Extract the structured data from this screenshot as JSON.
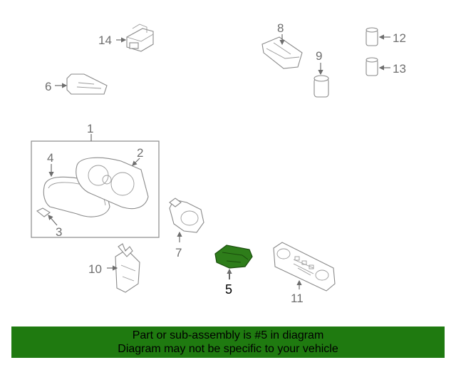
{
  "diagram": {
    "highlight_color": "#2e7d1a",
    "parts": [
      {
        "num": "1",
        "name": "part-1"
      },
      {
        "num": "2",
        "name": "part-2"
      },
      {
        "num": "3",
        "name": "part-3"
      },
      {
        "num": "4",
        "name": "part-4"
      },
      {
        "num": "5",
        "name": "part-5",
        "highlighted": true
      },
      {
        "num": "6",
        "name": "part-6"
      },
      {
        "num": "7",
        "name": "part-7"
      },
      {
        "num": "8",
        "name": "part-8"
      },
      {
        "num": "9",
        "name": "part-9"
      },
      {
        "num": "10",
        "name": "part-10"
      },
      {
        "num": "11",
        "name": "part-11"
      },
      {
        "num": "12",
        "name": "part-12"
      },
      {
        "num": "13",
        "name": "part-13"
      },
      {
        "num": "14",
        "name": "part-14"
      }
    ]
  },
  "footer": {
    "line1": "Part or sub-assembly is #5 in diagram",
    "line2": "Diagram may not be specific to your vehicle",
    "background": "#1f7a10"
  }
}
